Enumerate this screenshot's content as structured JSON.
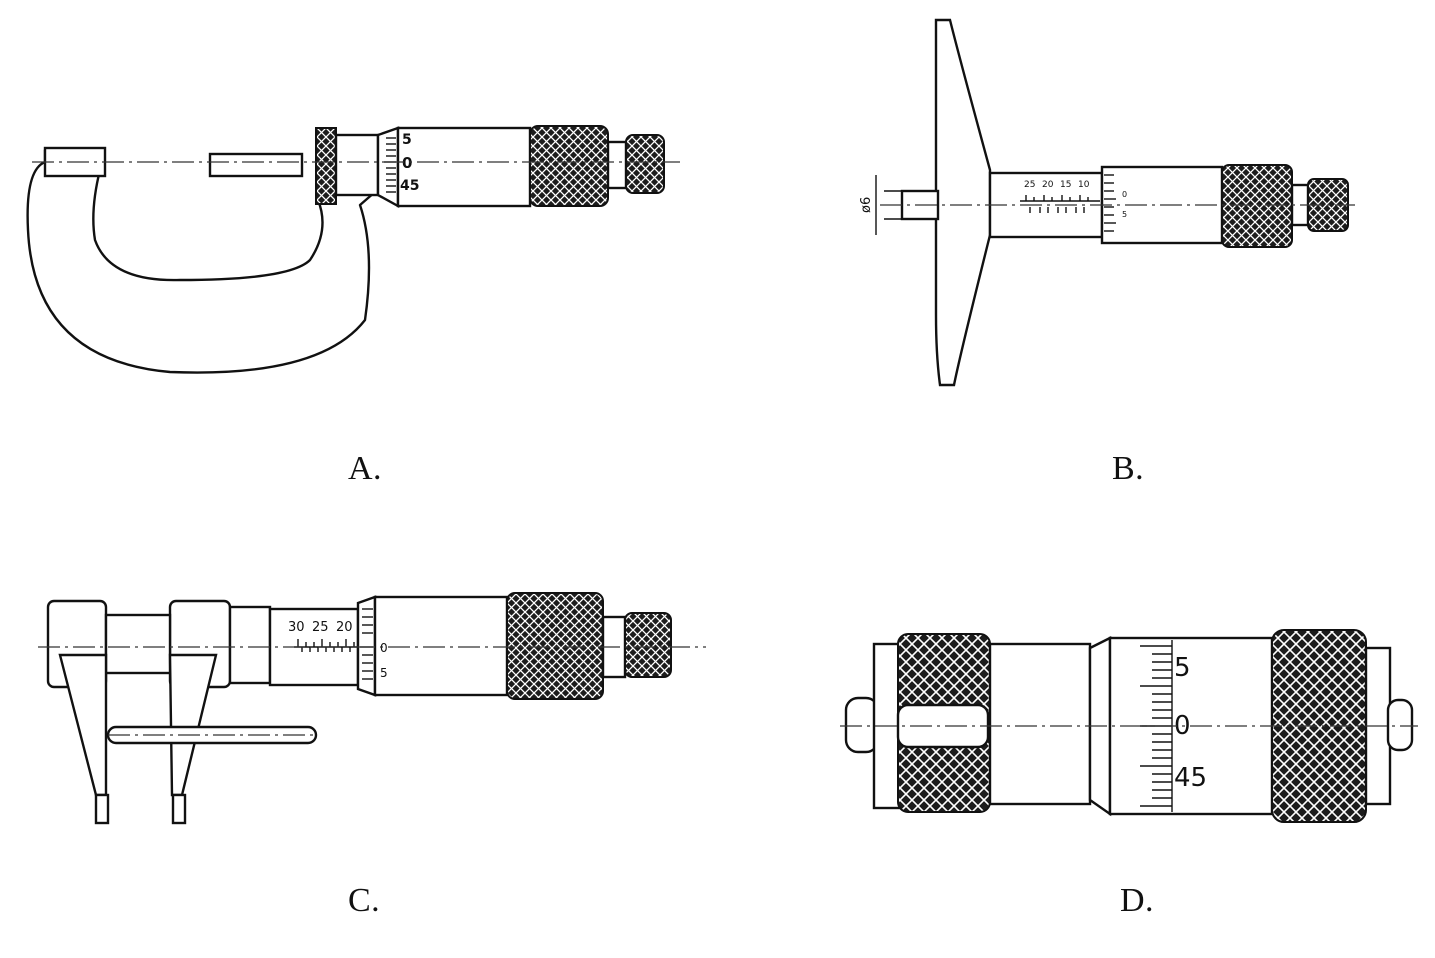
{
  "options": {
    "a": {
      "label": "A.",
      "type": "outside-micrometer",
      "thimble_marks": [
        "5",
        "0",
        "45"
      ]
    },
    "b": {
      "label": "B.",
      "type": "depth-micrometer",
      "dimension_label": "ø6",
      "sleeve_marks": [
        "25",
        "20",
        "15",
        "10"
      ],
      "thimble_marks": [
        "0",
        "5"
      ]
    },
    "c": {
      "label": "C.",
      "type": "caliper-micrometer",
      "sleeve_marks": [
        "30",
        "25",
        "20"
      ],
      "thimble_marks": [
        "0",
        "5"
      ]
    },
    "d": {
      "label": "D.",
      "type": "inside-micrometer-head",
      "thimble_marks": [
        "5",
        "0",
        "45"
      ]
    }
  },
  "colors": {
    "ink": "#111111",
    "background": "#ffffff",
    "knurl_fill": "#1a1a1a"
  }
}
